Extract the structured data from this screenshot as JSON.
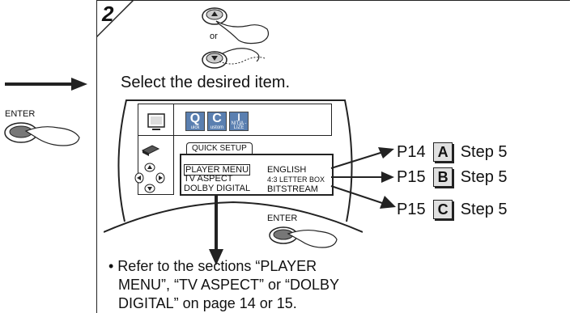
{
  "step": "2",
  "remote": {
    "or_label": "or"
  },
  "enter_label": "ENTER",
  "instruction": "Select the desired item.",
  "menu": {
    "tab_title": "QUICK SETUP",
    "icons": [
      "quick-icon",
      "custom-icon",
      "initialize-icon"
    ],
    "icon_letters": [
      "Q",
      "C",
      "I"
    ],
    "icon_words": [
      "uick",
      "ustom",
      "NITIA -LIZE"
    ],
    "rows": [
      {
        "label": "PLAYER MENU",
        "value": "ENGLISH"
      },
      {
        "label": "TV ASPECT",
        "value": "4:3 LETTER BOX"
      },
      {
        "label": "DOLBY DIGITAL",
        "value": "BITSTREAM"
      }
    ]
  },
  "refs": [
    {
      "page": "P14",
      "letter": "A",
      "step": "Step 5"
    },
    {
      "page": "P15",
      "letter": "B",
      "step": "Step 5"
    },
    {
      "page": "P15",
      "letter": "C",
      "step": "Step 5"
    }
  ],
  "note_lines": [
    "• Refer to the sections “PLAYER",
    "MENU”, “TV ASPECT” or “DOLBY",
    "DIGITAL” on page 14 or 15."
  ]
}
